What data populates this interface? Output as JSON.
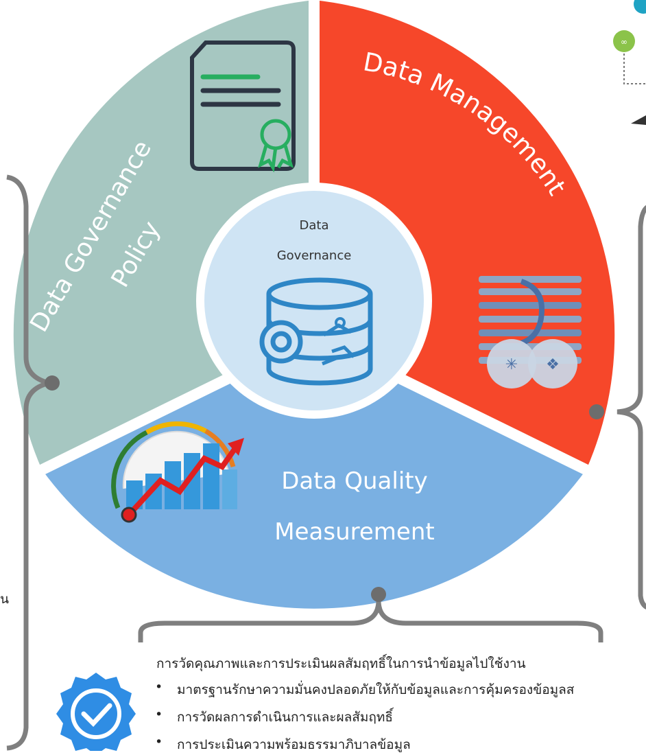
{
  "diagram": {
    "segments": {
      "policy": {
        "line1": "Data Governance",
        "line2": "Policy",
        "color": "#a6c7c1"
      },
      "management": {
        "label": "Data Management",
        "color": "#f6472a"
      },
      "quality": {
        "line1": "Data Quality",
        "line2": "Measurement",
        "color": "#7ab0e2"
      }
    },
    "center": {
      "line1": "Data",
      "line2": "Governance",
      "color": "#cfe4f4"
    },
    "icons": [
      "certificate-icon",
      "data-pipeline-icon",
      "speedometer-chart-icon",
      "database-gear-icon",
      "verified-badge-icon",
      "network-link-icon"
    ]
  },
  "bottom_text": {
    "heading": "การวัดคุณภาพและการประเมินผลสัมฤทธิ์ในการนำข้อมูลไปใช้งาน",
    "bullets": [
      "มาตรฐานรักษาความมั่นคงปลอดภัยให้กับข้อมูลและการคุ้มครองข้อมูลส",
      "การวัดผลการดำเนินการและผลสัมฤทธิ์",
      "การประเมินความพร้อมธรรมาภิบาลข้อมูล"
    ],
    "bullet_char": "•"
  },
  "left_edge_char": "น"
}
